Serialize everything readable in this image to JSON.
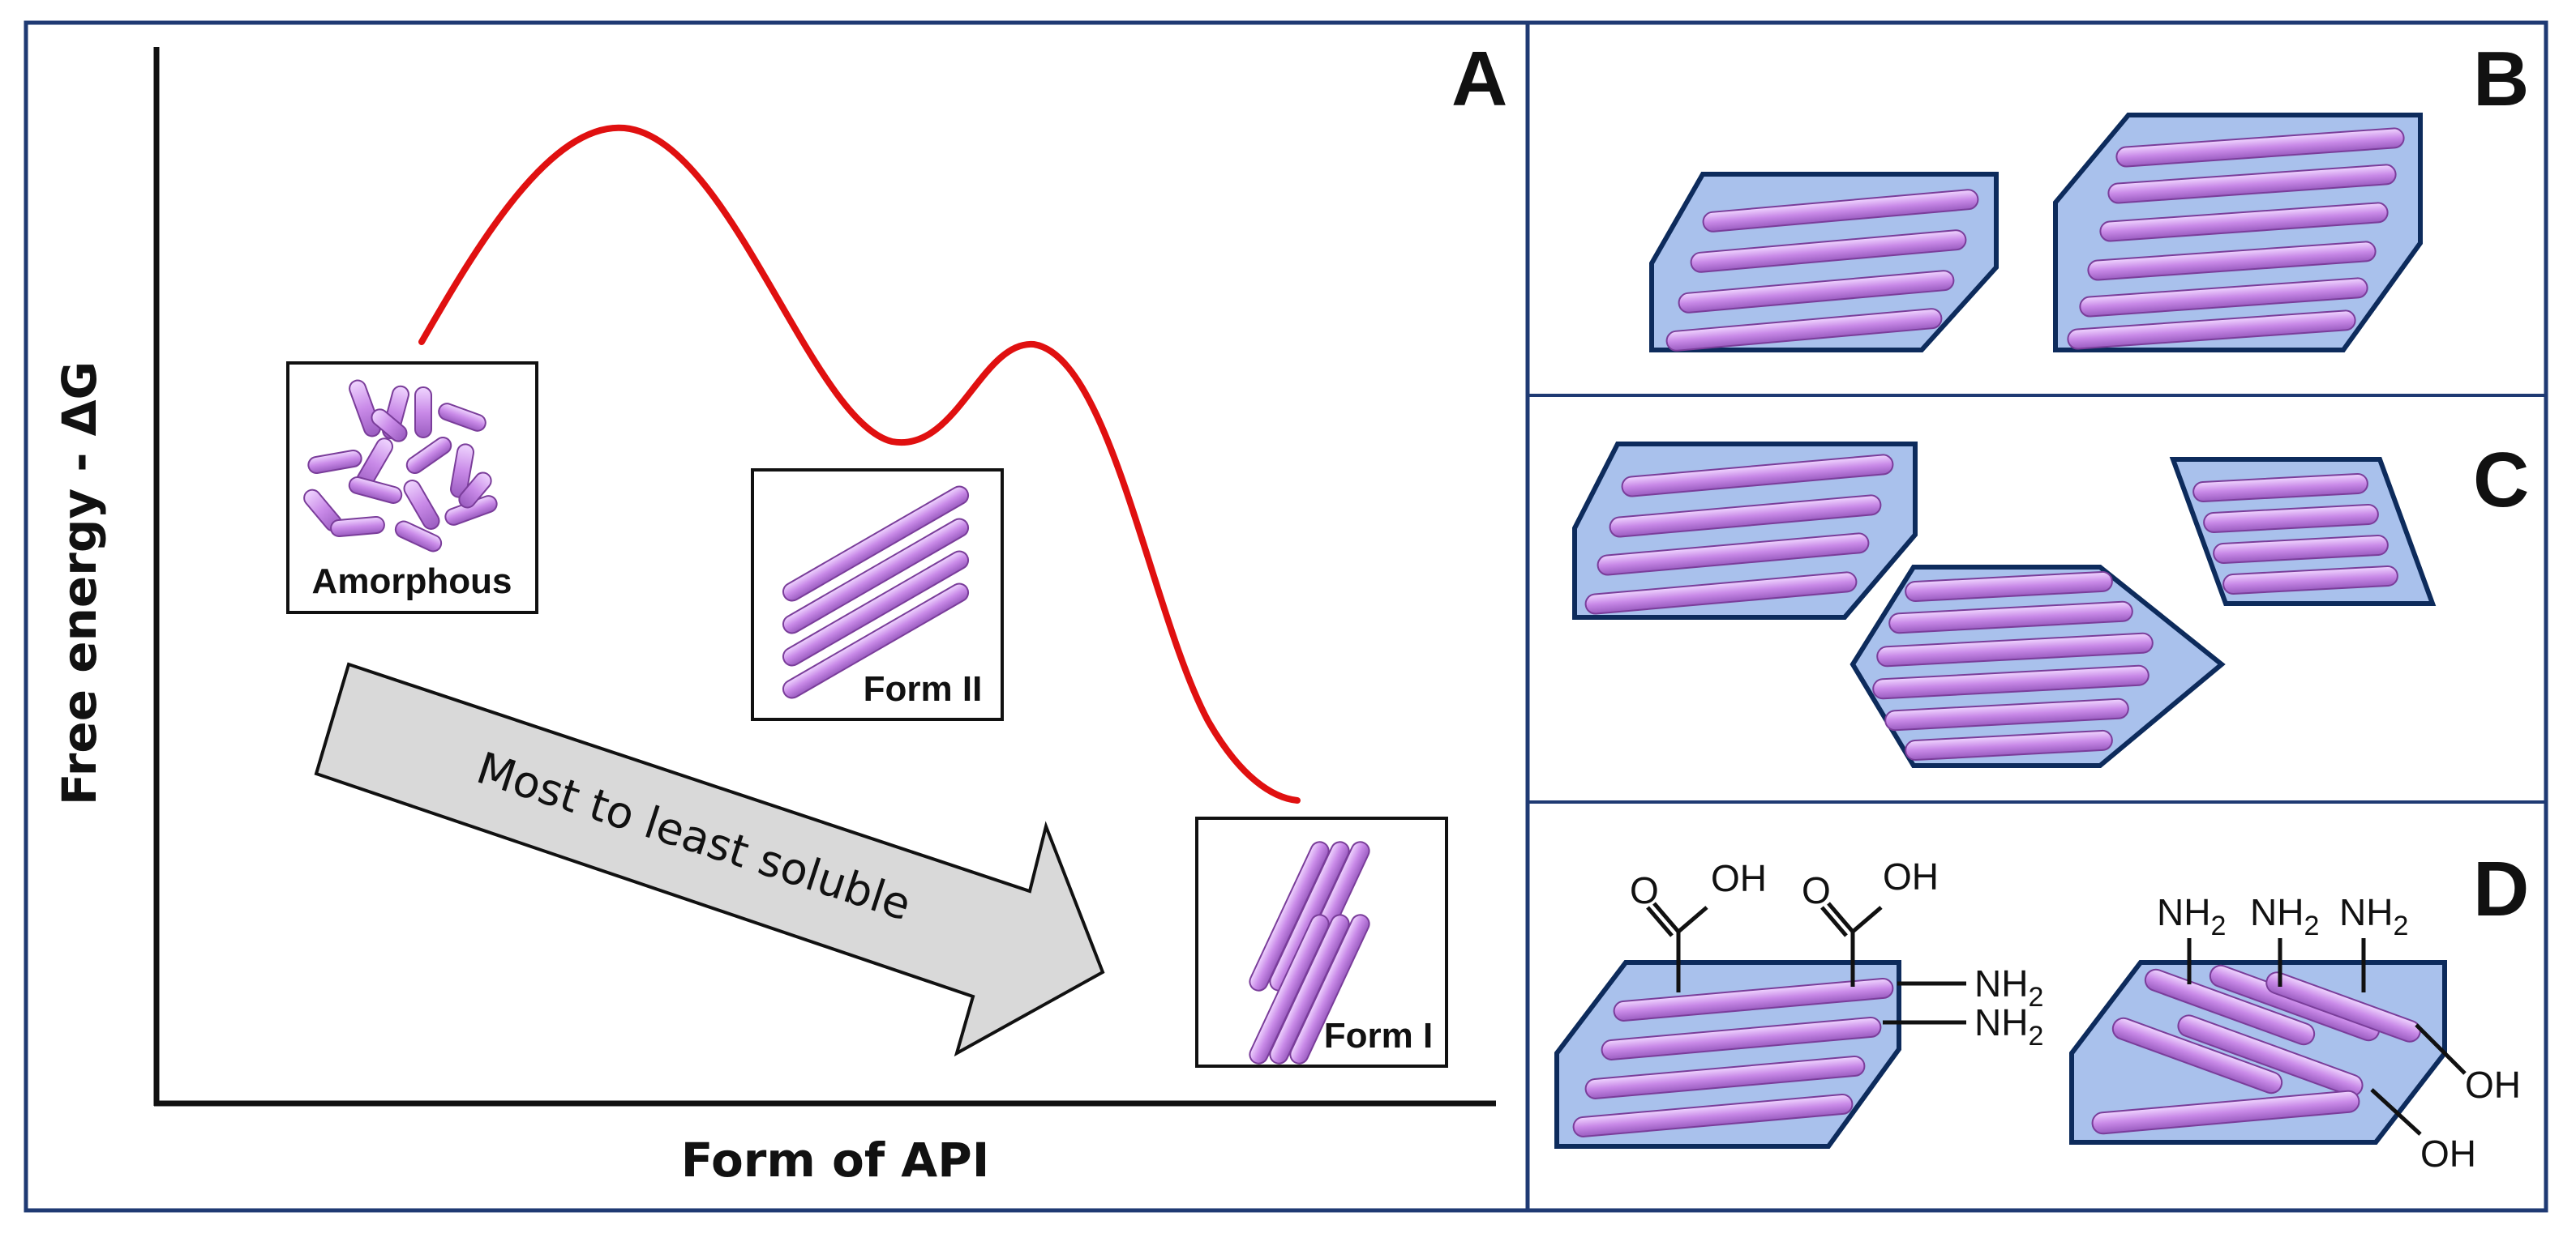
{
  "panels": {
    "a": {
      "letter": "A",
      "y_axis_title": "Free energy - ΔG",
      "x_axis_title": "Form of API",
      "forms": [
        {
          "key": "amorphous",
          "label": "Amorphous"
        },
        {
          "key": "form2",
          "label": "Form II"
        },
        {
          "key": "form1",
          "label": "Form I"
        }
      ],
      "arrow_label": "Most to least soluble"
    },
    "b": {
      "letter": "B"
    },
    "c": {
      "letter": "C"
    },
    "d": {
      "letter": "D",
      "group_oh_1": "O",
      "group_oh_1b": "OH",
      "group_oh_2": "O",
      "group_oh_2b": "OH",
      "nh2_left_1": "NH",
      "nh2_left_2": "NH",
      "nh2_top_1": "NH",
      "nh2_top_2": "NH",
      "nh2_top_3": "NH",
      "subscript_2": "2",
      "oh_right_1": "OH",
      "oh_right_2": "OH"
    }
  },
  "colors": {
    "frame": "#1f3a73",
    "curve": "#e01010",
    "crystal_fill": "#a9c1ec",
    "crystal_stroke": "#0d2b5c",
    "molecule_fill": "#cc88ee",
    "molecule_stroke": "#7a3d9a",
    "arrow_fill": "#d9d9d9"
  }
}
